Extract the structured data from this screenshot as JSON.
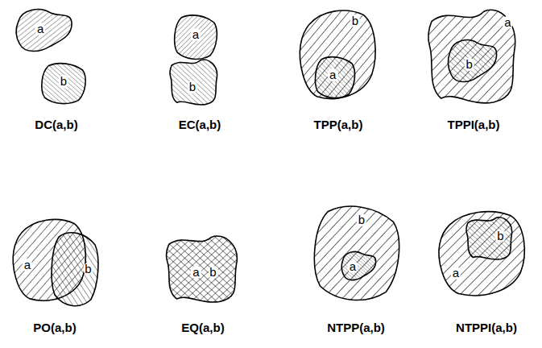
{
  "diagram": {
    "nodes": [
      {
        "text": [
          "a"
        ]
      },
      {
        "text": [
          "b"
        ]
      },
      {
        "text": [
          "a"
        ]
      },
      {
        "text": [
          "b"
        ]
      },
      {
        "text": [
          "b"
        ]
      },
      {
        "text": [
          "a"
        ],
        "in": 4
      },
      {
        "text": [
          "a"
        ]
      },
      {
        "text": [
          "b"
        ],
        "in": 6
      },
      {
        "text": [
          "a"
        ]
      },
      {
        "text": [
          "b"
        ]
      },
      {
        "text": [
          "a",
          "b"
        ]
      },
      {
        "text": [
          "b"
        ]
      },
      {
        "text": [
          "a"
        ],
        "in": 11
      },
      {
        "text": [
          "a"
        ]
      },
      {
        "text": [
          "b"
        ],
        "in": 13
      }
    ],
    "labels": [
      "DC(a,b)",
      "EC(a,b)",
      "TPP(a,b)",
      "TPPI(a,b)",
      "PO(a,b)",
      "EQ(a,b)",
      "NTPP(a,b)",
      "NTPPI(a,b)"
    ]
  }
}
